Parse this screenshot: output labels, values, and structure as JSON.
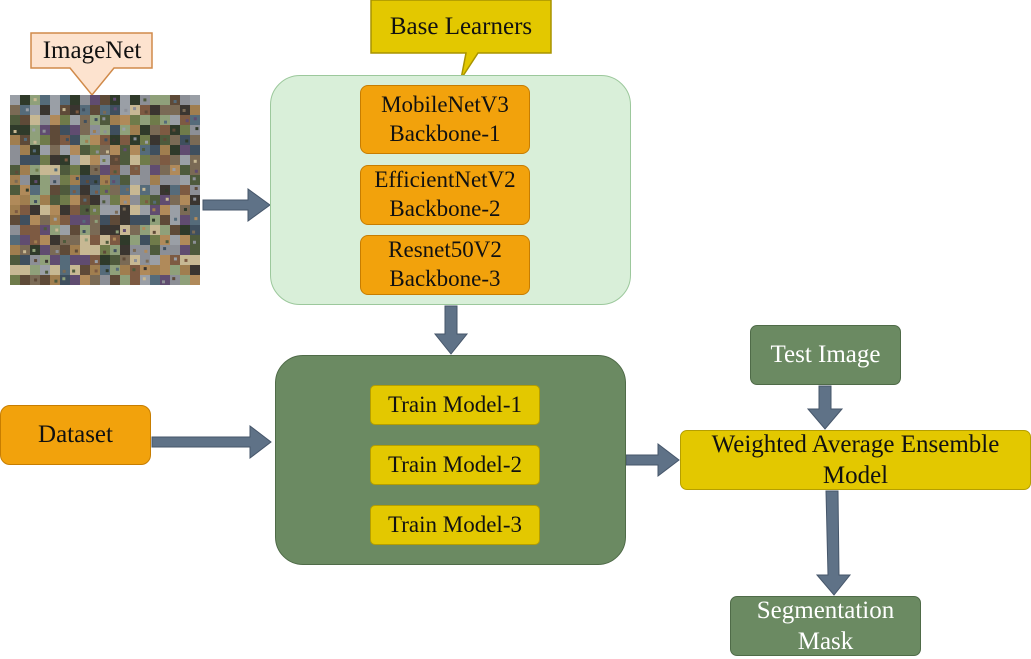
{
  "imagenet": {
    "label": "ImageNet",
    "thumbnail": "imagenet-mosaic",
    "palette": [
      "#7a6a55",
      "#4e5a3c",
      "#8c8f96",
      "#5e4a38",
      "#a07e4f",
      "#3f4f5e",
      "#6f7b4a",
      "#9a9fa6",
      "#2f3a2a",
      "#b08a5a",
      "#556b7a",
      "#7d5a42",
      "#c7b893",
      "#3a3530",
      "#8fa07a",
      "#604c70"
    ]
  },
  "base_learners": {
    "label": "Base Learners",
    "backbones": [
      {
        "line1": "MobileNetV3",
        "line2": "Backbone-1"
      },
      {
        "line1": "EfficientNetV2",
        "line2": "Backbone-2"
      },
      {
        "line1": "Resnet50V2",
        "line2": "Backbone-3"
      }
    ]
  },
  "dataset": {
    "label": "Dataset"
  },
  "train_models": [
    "Train Model-1",
    "Train Model-2",
    "Train Model-3"
  ],
  "test_image": {
    "label": "Test Image"
  },
  "ensemble": {
    "line1": "Weighted Average Ensemble",
    "line2": "Model"
  },
  "output": {
    "line1": "Segmentation",
    "line2": "Mask"
  },
  "colors": {
    "orange": "#f2a20c",
    "light_green": "#d9efd9",
    "dark_green": "#6b8a62",
    "yellow": "#e3c800",
    "arrow": "#5f7287",
    "callout_imagenet": "#fde3cf"
  }
}
